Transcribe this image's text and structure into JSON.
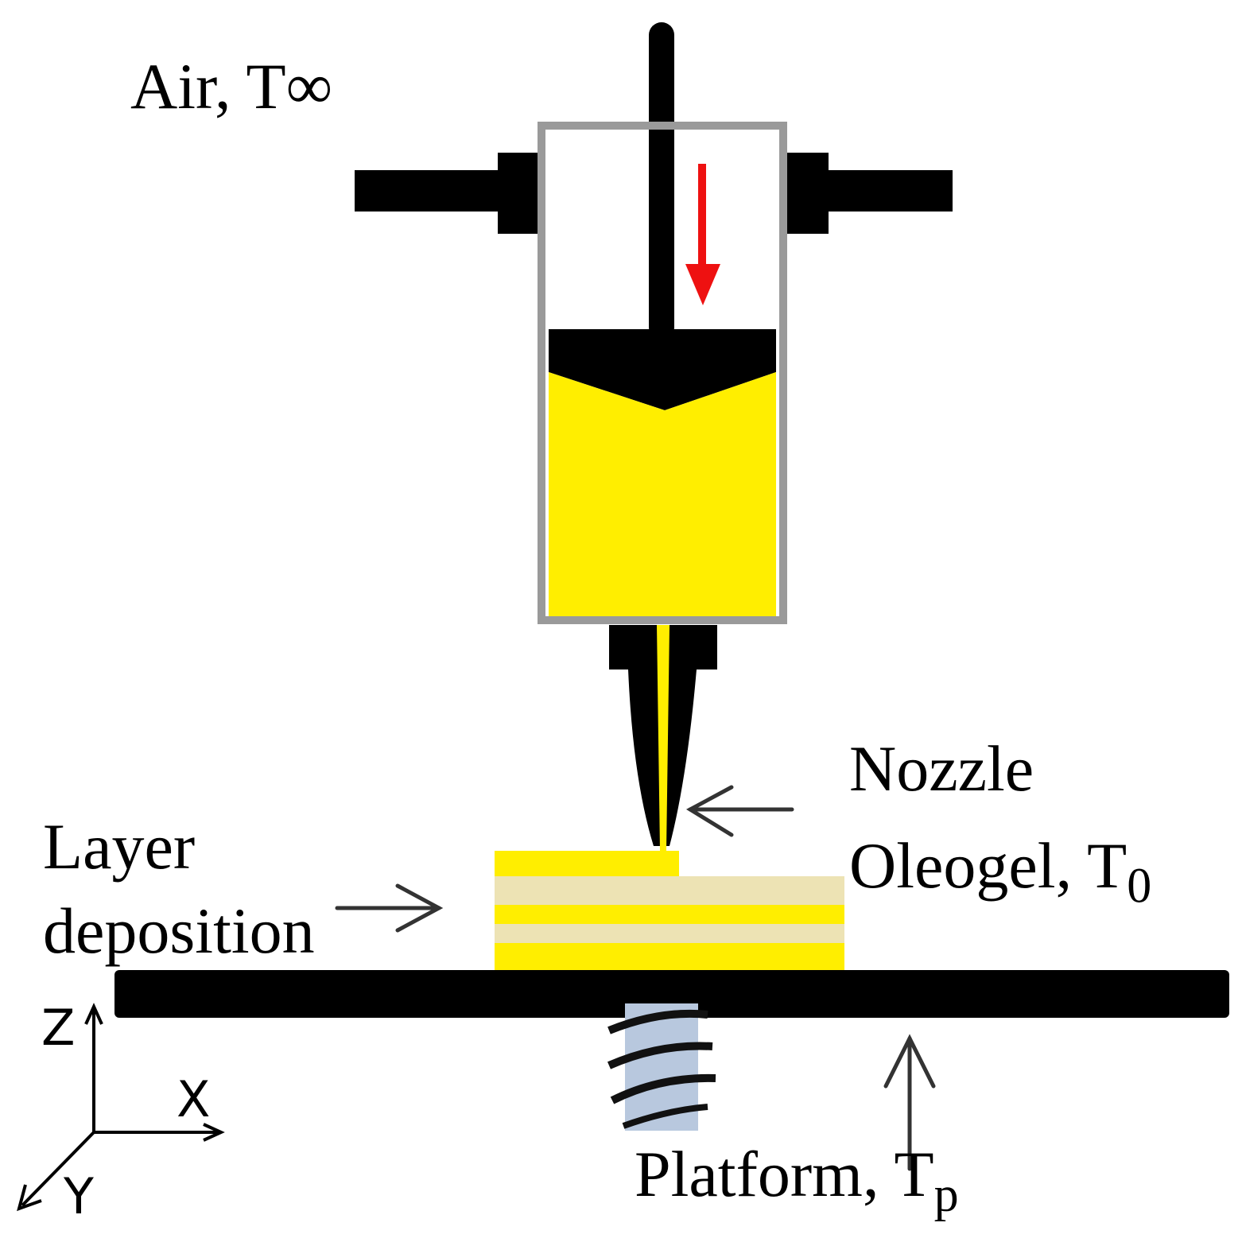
{
  "labels": {
    "air": {
      "text": "Air, T",
      "symbol": "∞"
    },
    "nozzle": "Nozzle",
    "oleogel": {
      "text": "Oleogel, T",
      "sub": "0"
    },
    "layer_line1": "Layer",
    "layer_line2": "deposition",
    "platform": {
      "text": "Platform, T",
      "sub": "p"
    }
  },
  "axes": {
    "z": "Z",
    "x": "X",
    "y": "Y"
  },
  "colors": {
    "oleogel_yellow": "#ffee00",
    "layer_beige": "#ede3b4",
    "barrel_outline": "#9a9a9a",
    "plunger_black": "#000000",
    "direction_arrow_red": "#ee1111",
    "pointer_arrows": "#333333",
    "screw_blue": "#b8c8de"
  },
  "icons": {
    "direction_arrow": "red-down-arrow-icon",
    "pointers": "thin-arrow-icon"
  }
}
